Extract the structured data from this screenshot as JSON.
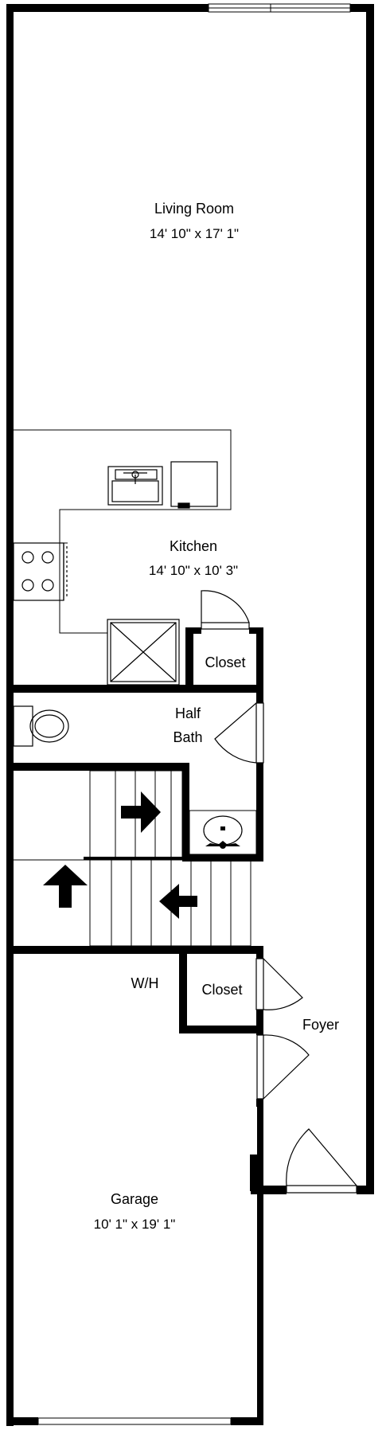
{
  "rooms": {
    "living_room": {
      "name": "Living Room",
      "dims": "14' 10\" x 17' 1\""
    },
    "kitchen": {
      "name": "Kitchen",
      "dims": "14' 10\" x 10' 3\""
    },
    "closet_upper": {
      "name": "Closet"
    },
    "half_bath": {
      "name_line1": "Half",
      "name_line2": "Bath"
    },
    "water_heater": {
      "name": "W/H"
    },
    "closet_lower": {
      "name": "Closet"
    },
    "foyer": {
      "name": "Foyer"
    },
    "garage": {
      "name": "Garage",
      "dims": "10' 1\" x 19' 1\""
    }
  },
  "colors": {
    "wall": "#000000",
    "background": "#ffffff"
  }
}
